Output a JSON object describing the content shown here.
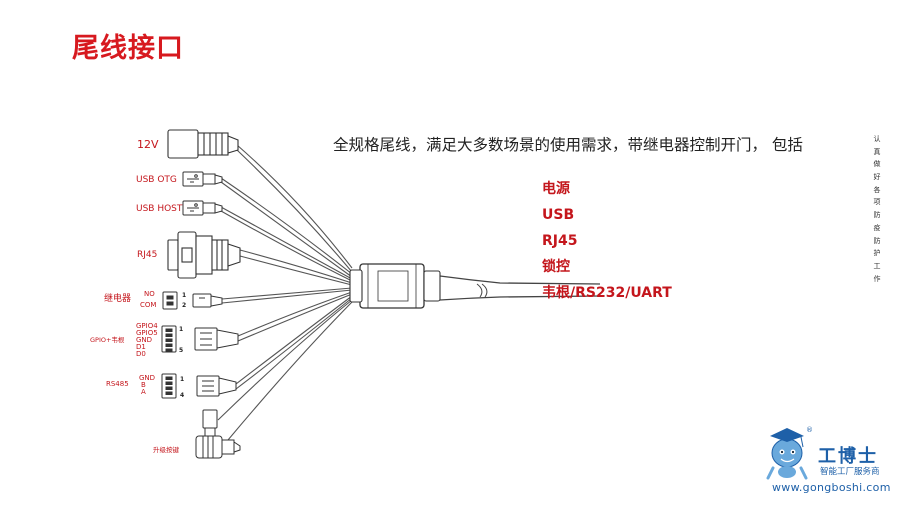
{
  "title": "尾线接口",
  "description": "全规格尾线，满足大多数场景的使用需求，带继电器控制开门， 包括",
  "features": [
    "电源",
    "USB",
    "RJ45",
    "锁控",
    "韦根/RS232/UART"
  ],
  "connectors": {
    "power": "12V",
    "usb_otg": "USB OTG",
    "usb_host": "USB HOST",
    "rj45": "RJ45",
    "relay": "继电器",
    "relay_pins": [
      "NO",
      "COM"
    ],
    "relay_pin_numbers": [
      "1",
      "2"
    ],
    "gpio": "GPIO+韦根",
    "gpio_pins": [
      "GPIO4",
      "GPIO5",
      "GND",
      "D1",
      "D0"
    ],
    "gpio_pin_numbers": [
      "1",
      "5"
    ],
    "rs485": "RS485",
    "rs485_pins": [
      "GND",
      "B",
      "A"
    ],
    "rs485_pin_numbers": [
      "1",
      "4"
    ],
    "upgrade": "升级按键"
  },
  "side_text": [
    "认",
    "真",
    "做",
    "好",
    "各",
    "项",
    "防",
    "疫",
    "防",
    "护",
    "工",
    "作"
  ],
  "logo": {
    "name": "工博士",
    "subtitle": "智能工厂服务商",
    "url": "www.gongboshi.com",
    "mark": "®"
  },
  "colors": {
    "title_red": "#d7191f",
    "label_red": "#c4161c",
    "logo_blue": "#1e60a8",
    "cable_gray": "#555555"
  }
}
